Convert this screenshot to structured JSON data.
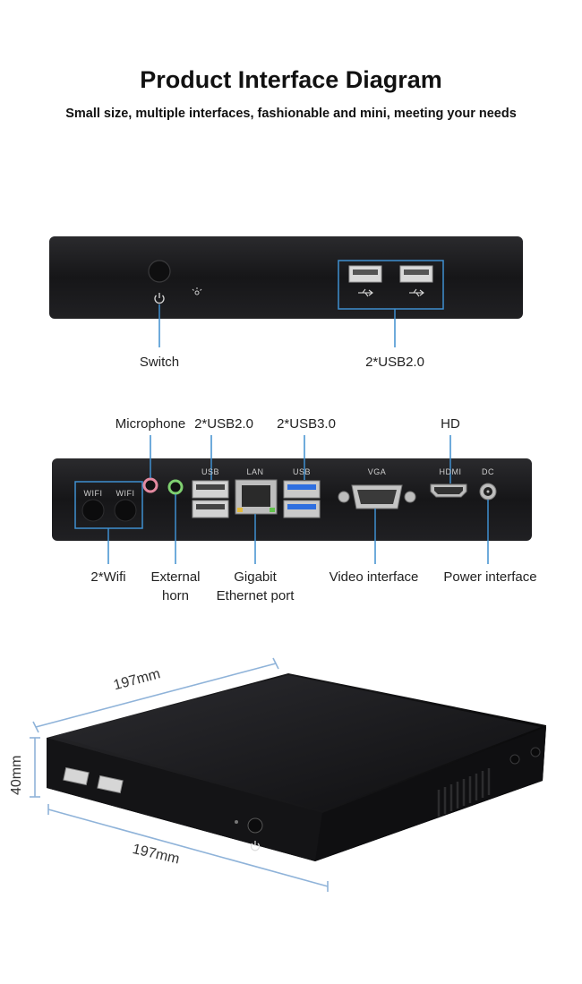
{
  "header": {
    "title": "Product Interface Diagram",
    "subtitle": "Small size, multiple interfaces, fashionable and mini, meeting your needs"
  },
  "front_panel": {
    "callouts": [
      "Switch",
      "2*USB2.0"
    ]
  },
  "rear_panel": {
    "top_callouts": [
      "Microphone",
      "2*USB2.0",
      "2*USB3.0",
      "HD"
    ],
    "port_labels": {
      "wifi_1": "WIFI",
      "wifi_2": "WIFI",
      "usb_left": "USB",
      "lan": "LAN",
      "usb_right": "USB",
      "vga": "VGA",
      "hdmi": "HDMI",
      "dc": "DC"
    },
    "bottom_callouts": {
      "wifi": "2*Wifi",
      "horn_line1": "External",
      "horn_line2": "horn",
      "eth_line1": "Gigabit",
      "eth_line2": "Ethernet port",
      "video": "Video interface",
      "power": "Power interface"
    }
  },
  "dimensions": {
    "top_length": "197mm",
    "height": "40mm",
    "bottom_length": "197mm"
  },
  "colors": {
    "case": "#1b1b1d",
    "callout_line": "#3f8fcf",
    "mic_jack": "#e48aa0",
    "horn_jack": "#7fd070",
    "usb3_blue": "#2f6fe0"
  }
}
